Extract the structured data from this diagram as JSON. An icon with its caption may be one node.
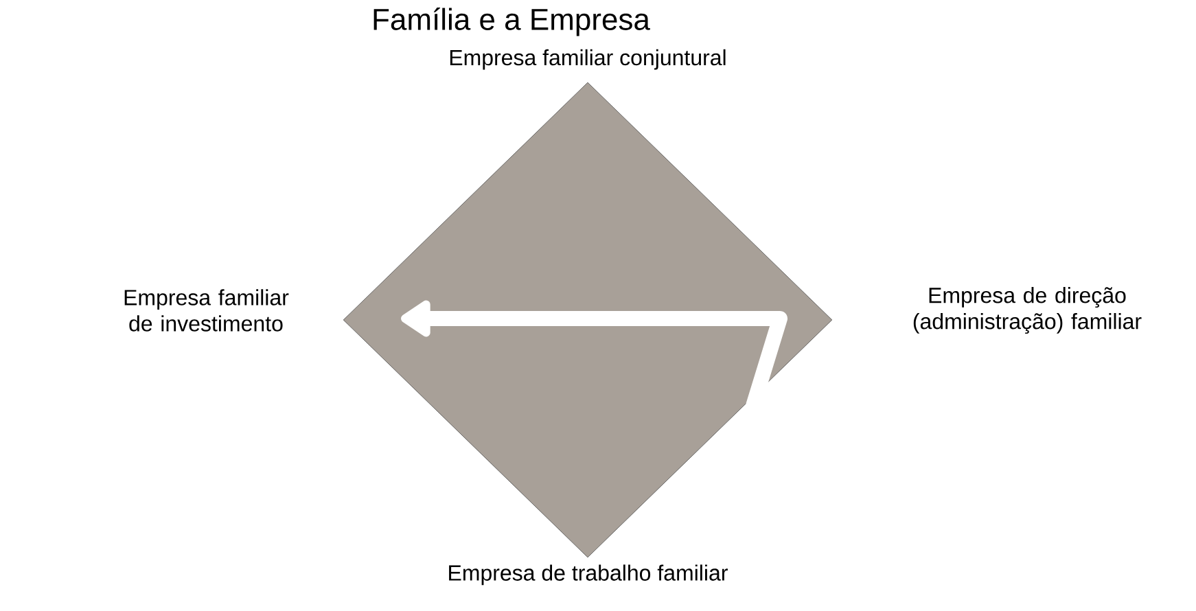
{
  "diagram": {
    "title": "Família e a Empresa",
    "nodes": [
      {
        "text": [],
        "shape": "diamond",
        "beside": [
          "Empresa familiar conjuntural",
          "Empresa familiar de investimento",
          "Empresa de direção (administração) familiar",
          "Empresa de trabalho familiar"
        ]
      }
    ]
  }
}
